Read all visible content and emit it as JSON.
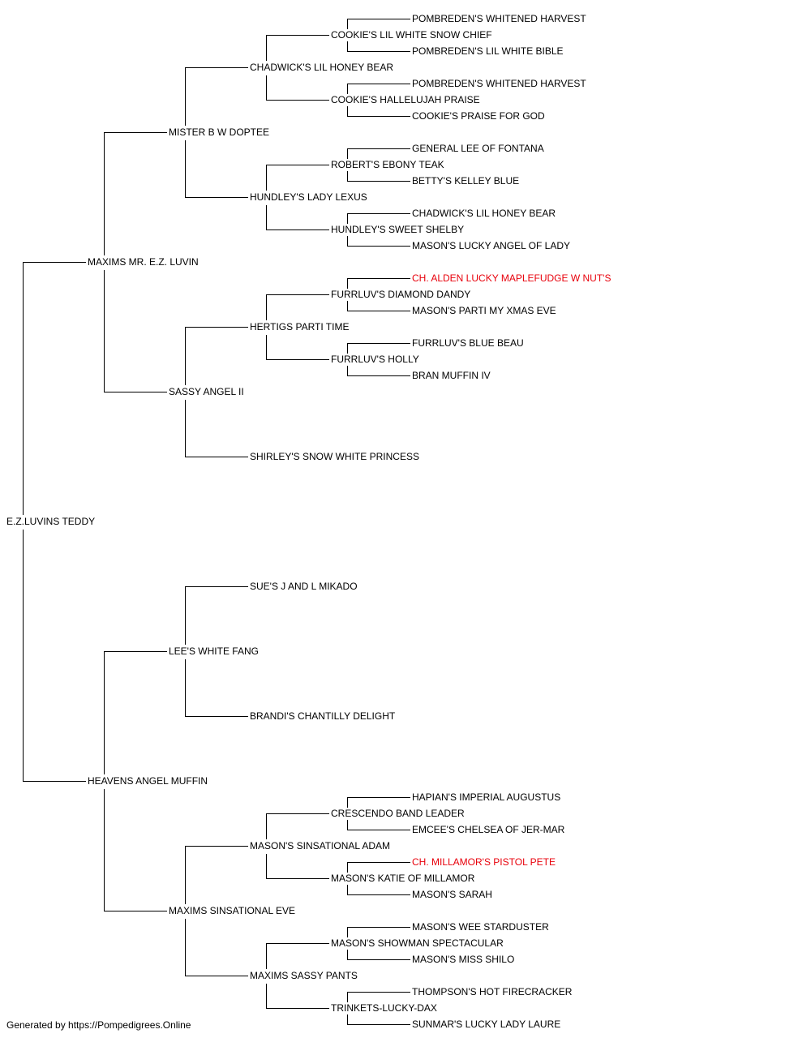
{
  "colors": {
    "line": "#000000",
    "text": "#000000",
    "titled": "#e8000b"
  },
  "pedigree": {
    "name": "E.Z.LUVINS TEDDY",
    "children": [
      {
        "name": "MAXIMS MR. E.Z. LUVIN",
        "children": [
          {
            "name": "MISTER B W DOPTEE",
            "children": [
              {
                "name": "CHADWICK'S LIL HONEY BEAR",
                "children": [
                  {
                    "name": "COOKIE'S LIL WHITE SNOW CHIEF",
                    "children": [
                      {
                        "name": "POMBREDEN'S WHITENED HARVEST"
                      },
                      {
                        "name": "POMBREDEN'S LIL WHITE BIBLE"
                      }
                    ]
                  },
                  {
                    "name": "COOKIE'S HALLELUJAH PRAISE",
                    "children": [
                      {
                        "name": "POMBREDEN'S WHITENED HARVEST"
                      },
                      {
                        "name": "COOKIE'S PRAISE FOR GOD"
                      }
                    ]
                  }
                ]
              },
              {
                "name": "HUNDLEY'S LADY LEXUS",
                "children": [
                  {
                    "name": "ROBERT'S EBONY TEAK",
                    "children": [
                      {
                        "name": "GENERAL LEE OF FONTANA"
                      },
                      {
                        "name": "BETTY'S KELLEY BLUE"
                      }
                    ]
                  },
                  {
                    "name": "HUNDLEY'S SWEET SHELBY",
                    "children": [
                      {
                        "name": "CHADWICK'S LIL HONEY BEAR"
                      },
                      {
                        "name": "MASON'S LUCKY ANGEL OF LADY"
                      }
                    ]
                  }
                ]
              }
            ]
          },
          {
            "name": "SASSY ANGEL II",
            "children": [
              {
                "name": "HERTIGS PARTI TIME",
                "children": [
                  {
                    "name": "FURRLUV'S DIAMOND DANDY",
                    "children": [
                      {
                        "name": "CH. ALDEN LUCKY MAPLEFUDGE W NUT'S",
                        "titled": true
                      },
                      {
                        "name": "MASON'S PARTI MY XMAS EVE"
                      }
                    ]
                  },
                  {
                    "name": "FURRLUV'S HOLLY",
                    "children": [
                      {
                        "name": "FURRLUV'S BLUE BEAU"
                      },
                      {
                        "name": "BRAN MUFFIN IV"
                      }
                    ]
                  }
                ]
              },
              {
                "name": "SHIRLEY'S SNOW WHITE PRINCESS"
              }
            ]
          }
        ]
      },
      {
        "name": "HEAVENS ANGEL MUFFIN",
        "children": [
          {
            "name": "LEE'S WHITE FANG",
            "children": [
              {
                "name": "SUE'S J AND L MIKADO"
              },
              {
                "name": "BRANDI'S CHANTILLY DELIGHT"
              }
            ]
          },
          {
            "name": "MAXIMS SINSATIONAL EVE",
            "children": [
              {
                "name": "MASON'S SINSATIONAL ADAM",
                "children": [
                  {
                    "name": "CRESCENDO BAND LEADER",
                    "children": [
                      {
                        "name": "HAPIAN'S IMPERIAL AUGUSTUS"
                      },
                      {
                        "name": "EMCEE'S CHELSEA OF JER-MAR"
                      }
                    ]
                  },
                  {
                    "name": "MASON'S KATIE OF MILLAMOR",
                    "children": [
                      {
                        "name": "CH. MILLAMOR'S PISTOL PETE",
                        "titled": true
                      },
                      {
                        "name": "MASON'S SARAH"
                      }
                    ]
                  }
                ]
              },
              {
                "name": "MAXIMS SASSY PANTS",
                "children": [
                  {
                    "name": "MASON'S SHOWMAN SPECTACULAR",
                    "children": [
                      {
                        "name": "MASON'S WEE STARDUSTER"
                      },
                      {
                        "name": "MASON'S MISS SHILO"
                      }
                    ]
                  },
                  {
                    "name": "TRINKETS-LUCKY-DAX",
                    "children": [
                      {
                        "name": "THOMPSON'S HOT FIRECRACKER"
                      },
                      {
                        "name": "SUNMAR'S LUCKY LADY LAURE"
                      }
                    ]
                  }
                ]
              }
            ]
          }
        ]
      }
    ]
  },
  "footer": {
    "text": "Generated by https://Pompedigrees.Online"
  }
}
